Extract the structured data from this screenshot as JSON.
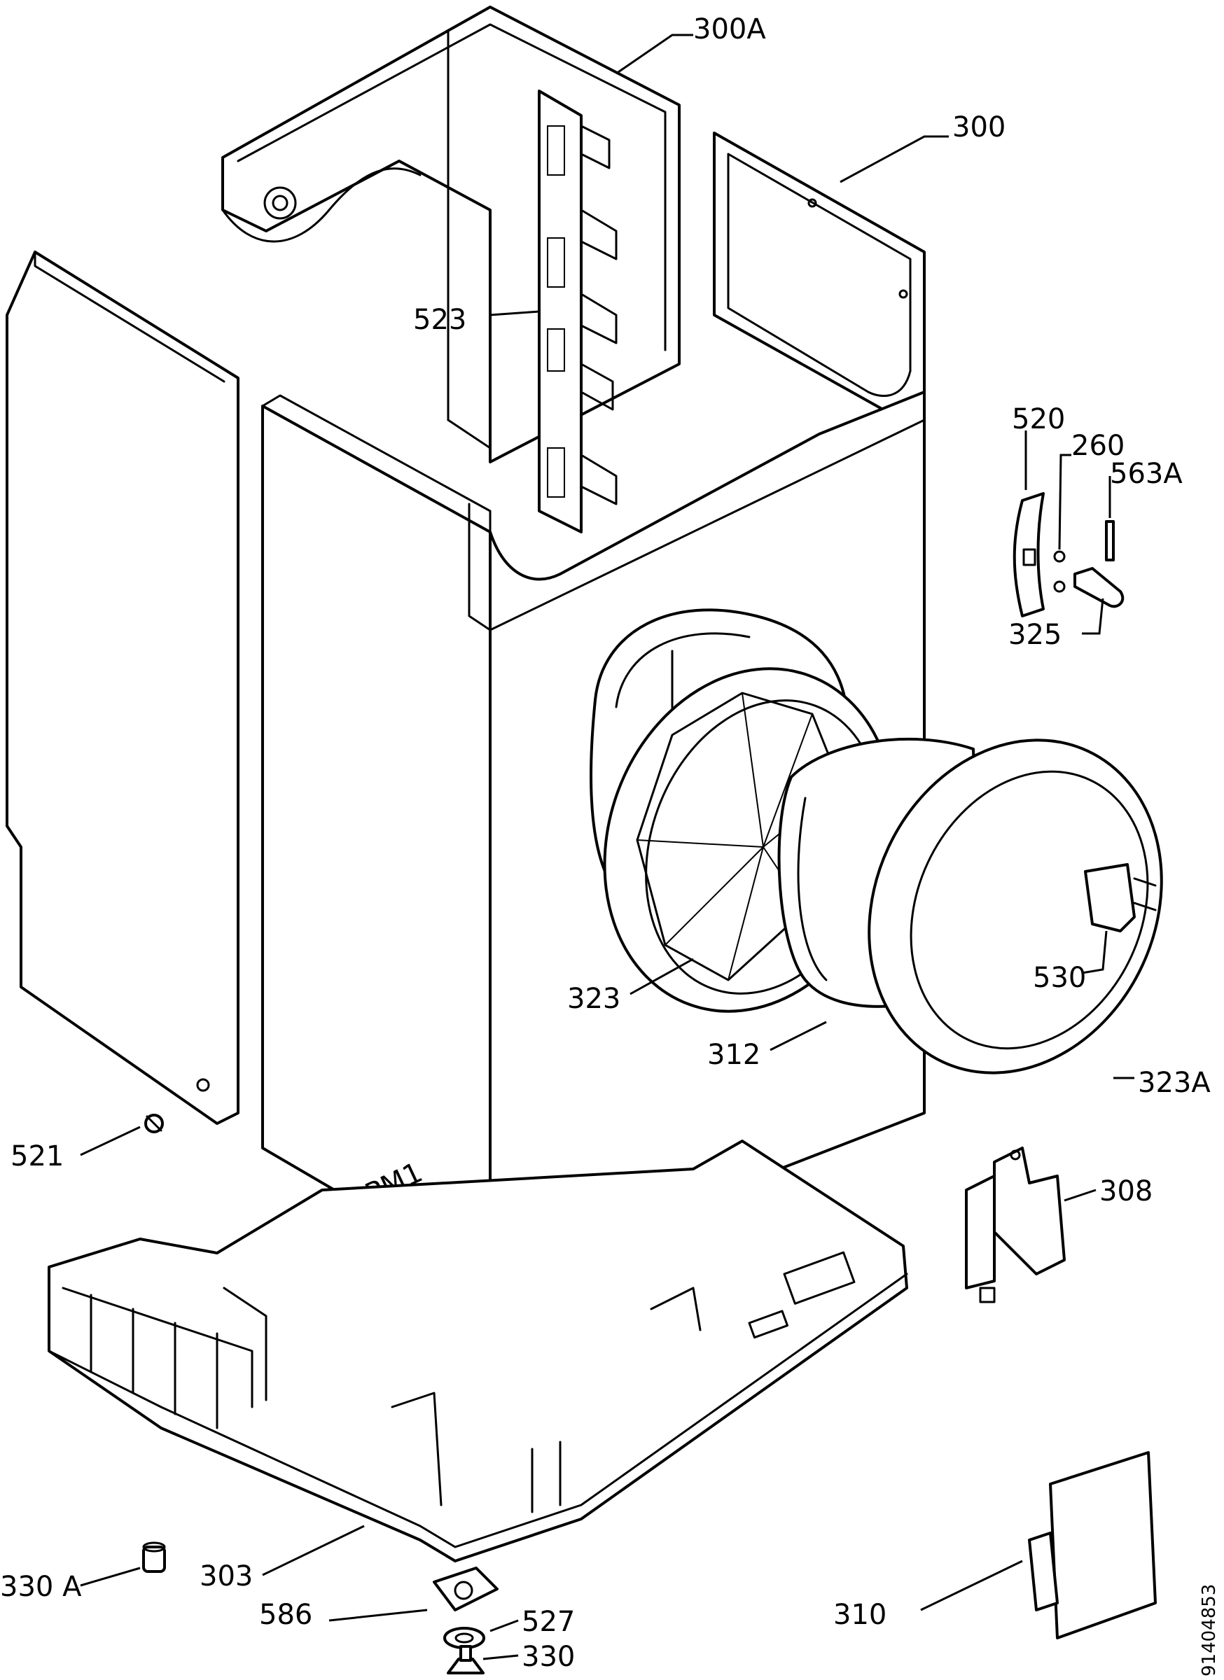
{
  "callouts": {
    "c300A": "300A",
    "c300": "300",
    "c523": "523",
    "c520": "520",
    "c260": "260",
    "c563A": "563A",
    "c325": "325",
    "c530": "530",
    "c323": "323",
    "c312": "312",
    "c323A": "323A",
    "c521": "521",
    "c308": "308",
    "c330A": "330 A",
    "c303": "303",
    "c586": "586",
    "c527": "527",
    "c330": "330",
    "c310": "310"
  },
  "marking": "PM1",
  "document_number": "91404853"
}
